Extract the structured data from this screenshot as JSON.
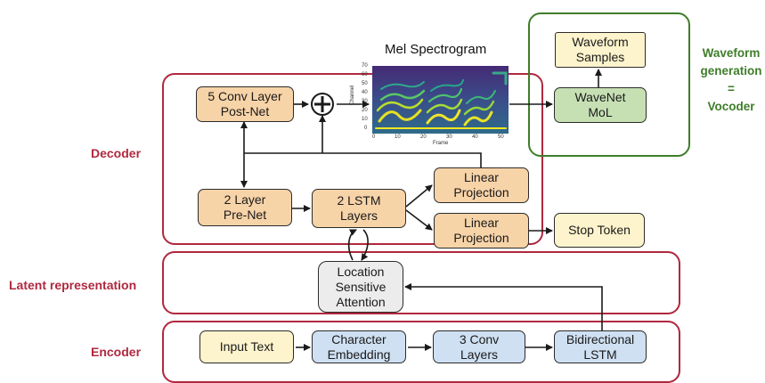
{
  "decoder": {
    "label": "Decoder",
    "postnet": "5 Conv Layer\nPost-Net",
    "prenet": "2 Layer\nPre-Net",
    "lstm": "2 LSTM\nLayers",
    "linear_top": "Linear\nProjection",
    "linear_bottom": "Linear\nProjection",
    "stop_token": "Stop Token",
    "sum_symbol": "+"
  },
  "latent": {
    "label": "Latent representation",
    "attention": "Location\nSensitive\nAttention"
  },
  "encoder": {
    "label": "Encoder",
    "input_text": "Input Text",
    "char_embedding": "Character\nEmbedding",
    "conv_layers": "3 Conv\nLayers",
    "bilstm": "Bidirectional\nLSTM"
  },
  "vocoder": {
    "label": "Waveform\ngeneration\n=\nVocoder",
    "waveform_samples": "Waveform\nSamples",
    "wavenet": "WaveNet\nMoL"
  },
  "spectrogram": {
    "title": "Mel Spectrogram",
    "y_axis_label": "Channel",
    "x_axis_label": "Frame",
    "y_ticks": [
      "70",
      "60",
      "50",
      "40",
      "30",
      "20",
      "10",
      "0"
    ],
    "x_ticks": [
      "0",
      "10",
      "20",
      "30",
      "40",
      "50"
    ]
  },
  "colors": {
    "region_border": "#b0283f",
    "vocoder_border": "#3f7d2a",
    "decoder_box": "#f7d3a8",
    "encoder_box": "#cfe0f2",
    "text_box": "#fdf3cc",
    "wavenet_box": "#c6e0b4",
    "attention_box": "#ececec"
  }
}
